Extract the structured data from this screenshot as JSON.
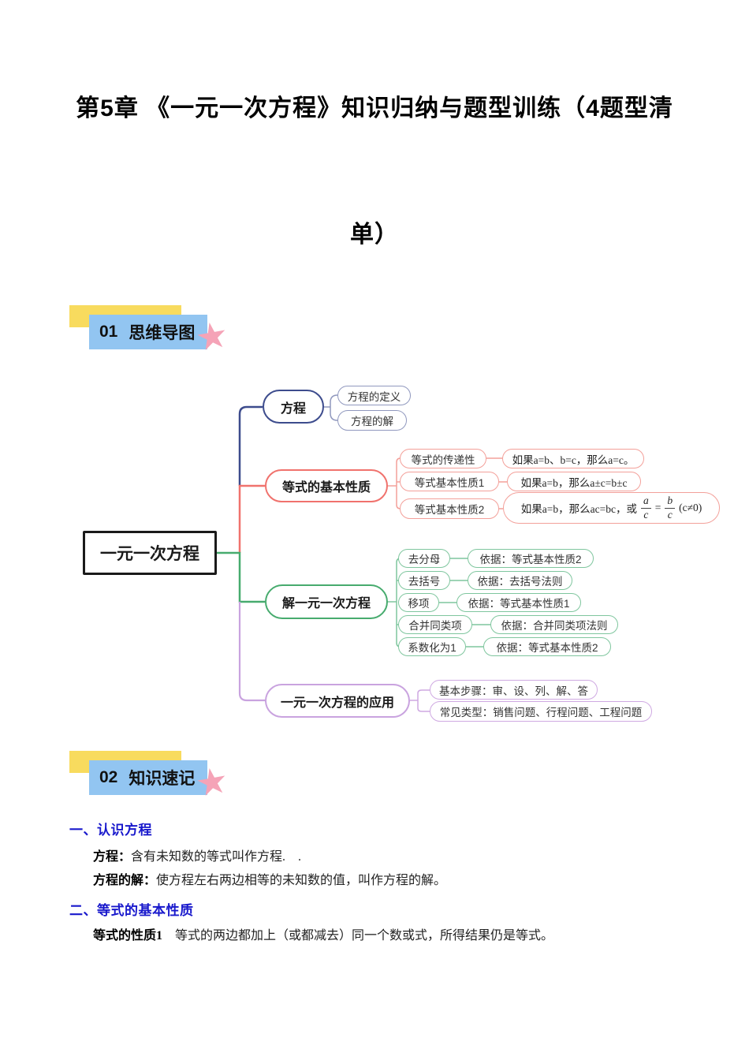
{
  "title": {
    "line1": "第5章 《一元一次方程》知识归纳与题型训练（4题型清",
    "line2": "单）"
  },
  "banners": [
    {
      "number": "01",
      "label": "思维导图",
      "star_icon": "★"
    },
    {
      "number": "02",
      "label": "知识速记",
      "star_icon": "★"
    }
  ],
  "mindmap": {
    "root": "一元一次方程",
    "branches": [
      {
        "label": "方程",
        "children": [
          "方程的定义",
          "方程的解"
        ]
      },
      {
        "label": "等式的基本性质",
        "rows": [
          {
            "left": "等式的传递性",
            "right": "如果a=b、b=c，那么a=c。"
          },
          {
            "left": "等式基本性质1",
            "right": "如果a=b，那么a±c=b±c"
          },
          {
            "left": "等式基本性质2",
            "right_prefix": "如果a=b，那么ac=bc，或",
            "frac1_num": "a",
            "frac1_den": "c",
            "equals": "=",
            "frac2_num": "b",
            "frac2_den": "c",
            "right_suffix": "(c≠0)"
          }
        ]
      },
      {
        "label": "解一元一次方程",
        "rows": [
          {
            "left": "去分母",
            "right": "依据：等式基本性质2"
          },
          {
            "left": "去括号",
            "right": "依据：去括号法则"
          },
          {
            "left": "移项",
            "right": "依据：等式基本性质1"
          },
          {
            "left": "合并同类项",
            "right": "依据：合并同类项法则"
          },
          {
            "left": "系数化为1",
            "right": "依据：等式基本性质2"
          }
        ]
      },
      {
        "label": "一元一次方程的应用",
        "children": [
          "基本步骤：审、设、列、解、答",
          "常见类型：销售问题、行程问题、工程问题"
        ]
      }
    ]
  },
  "notes": {
    "heading1": "一、认识方程",
    "item1_lead": "方程：",
    "item1_text": "含有未知数的等式叫作方程.　.",
    "item2_lead": "方程的解：",
    "item2_text": "使方程左右两边相等的未知数的值，叫作方程的解。",
    "heading2": "二、等式的基本性质",
    "item3_lead": "等式的性质1",
    "item3_text": "　等式的两边都加上（或都减去）同一个数或式，所得结果仍是等式。"
  },
  "colors": {
    "banner_yellow": "#F8DB5E",
    "banner_blue": "#92C5F1",
    "star_pink": "#F5A3B7",
    "branch_navy": "#3D4C8D",
    "branch_red": "#F0726D",
    "branch_green": "#47AB6E",
    "branch_purple": "#C9A3DF",
    "heading_blue": "#1818CC"
  }
}
